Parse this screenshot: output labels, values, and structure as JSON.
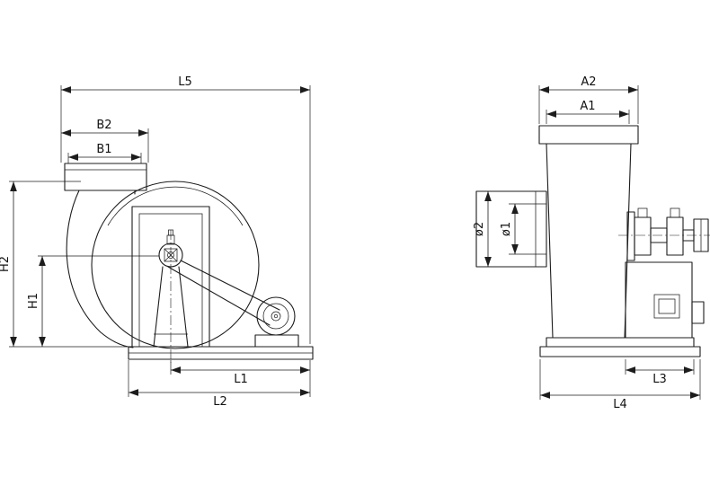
{
  "side_view": {
    "dim_labels": {
      "L5": "L5",
      "B2": "B2",
      "B1": "B1",
      "H2": "H2",
      "H1": "H1",
      "L1": "L1",
      "L2": "L2"
    }
  },
  "end_view": {
    "dim_labels": {
      "A2": "A2",
      "A1": "A1",
      "phi2": "ø2",
      "phi1": "ø1",
      "L3": "L3",
      "L4": "L4"
    }
  },
  "colors": {
    "line": "#1c1c1c",
    "background": "#ffffff"
  }
}
